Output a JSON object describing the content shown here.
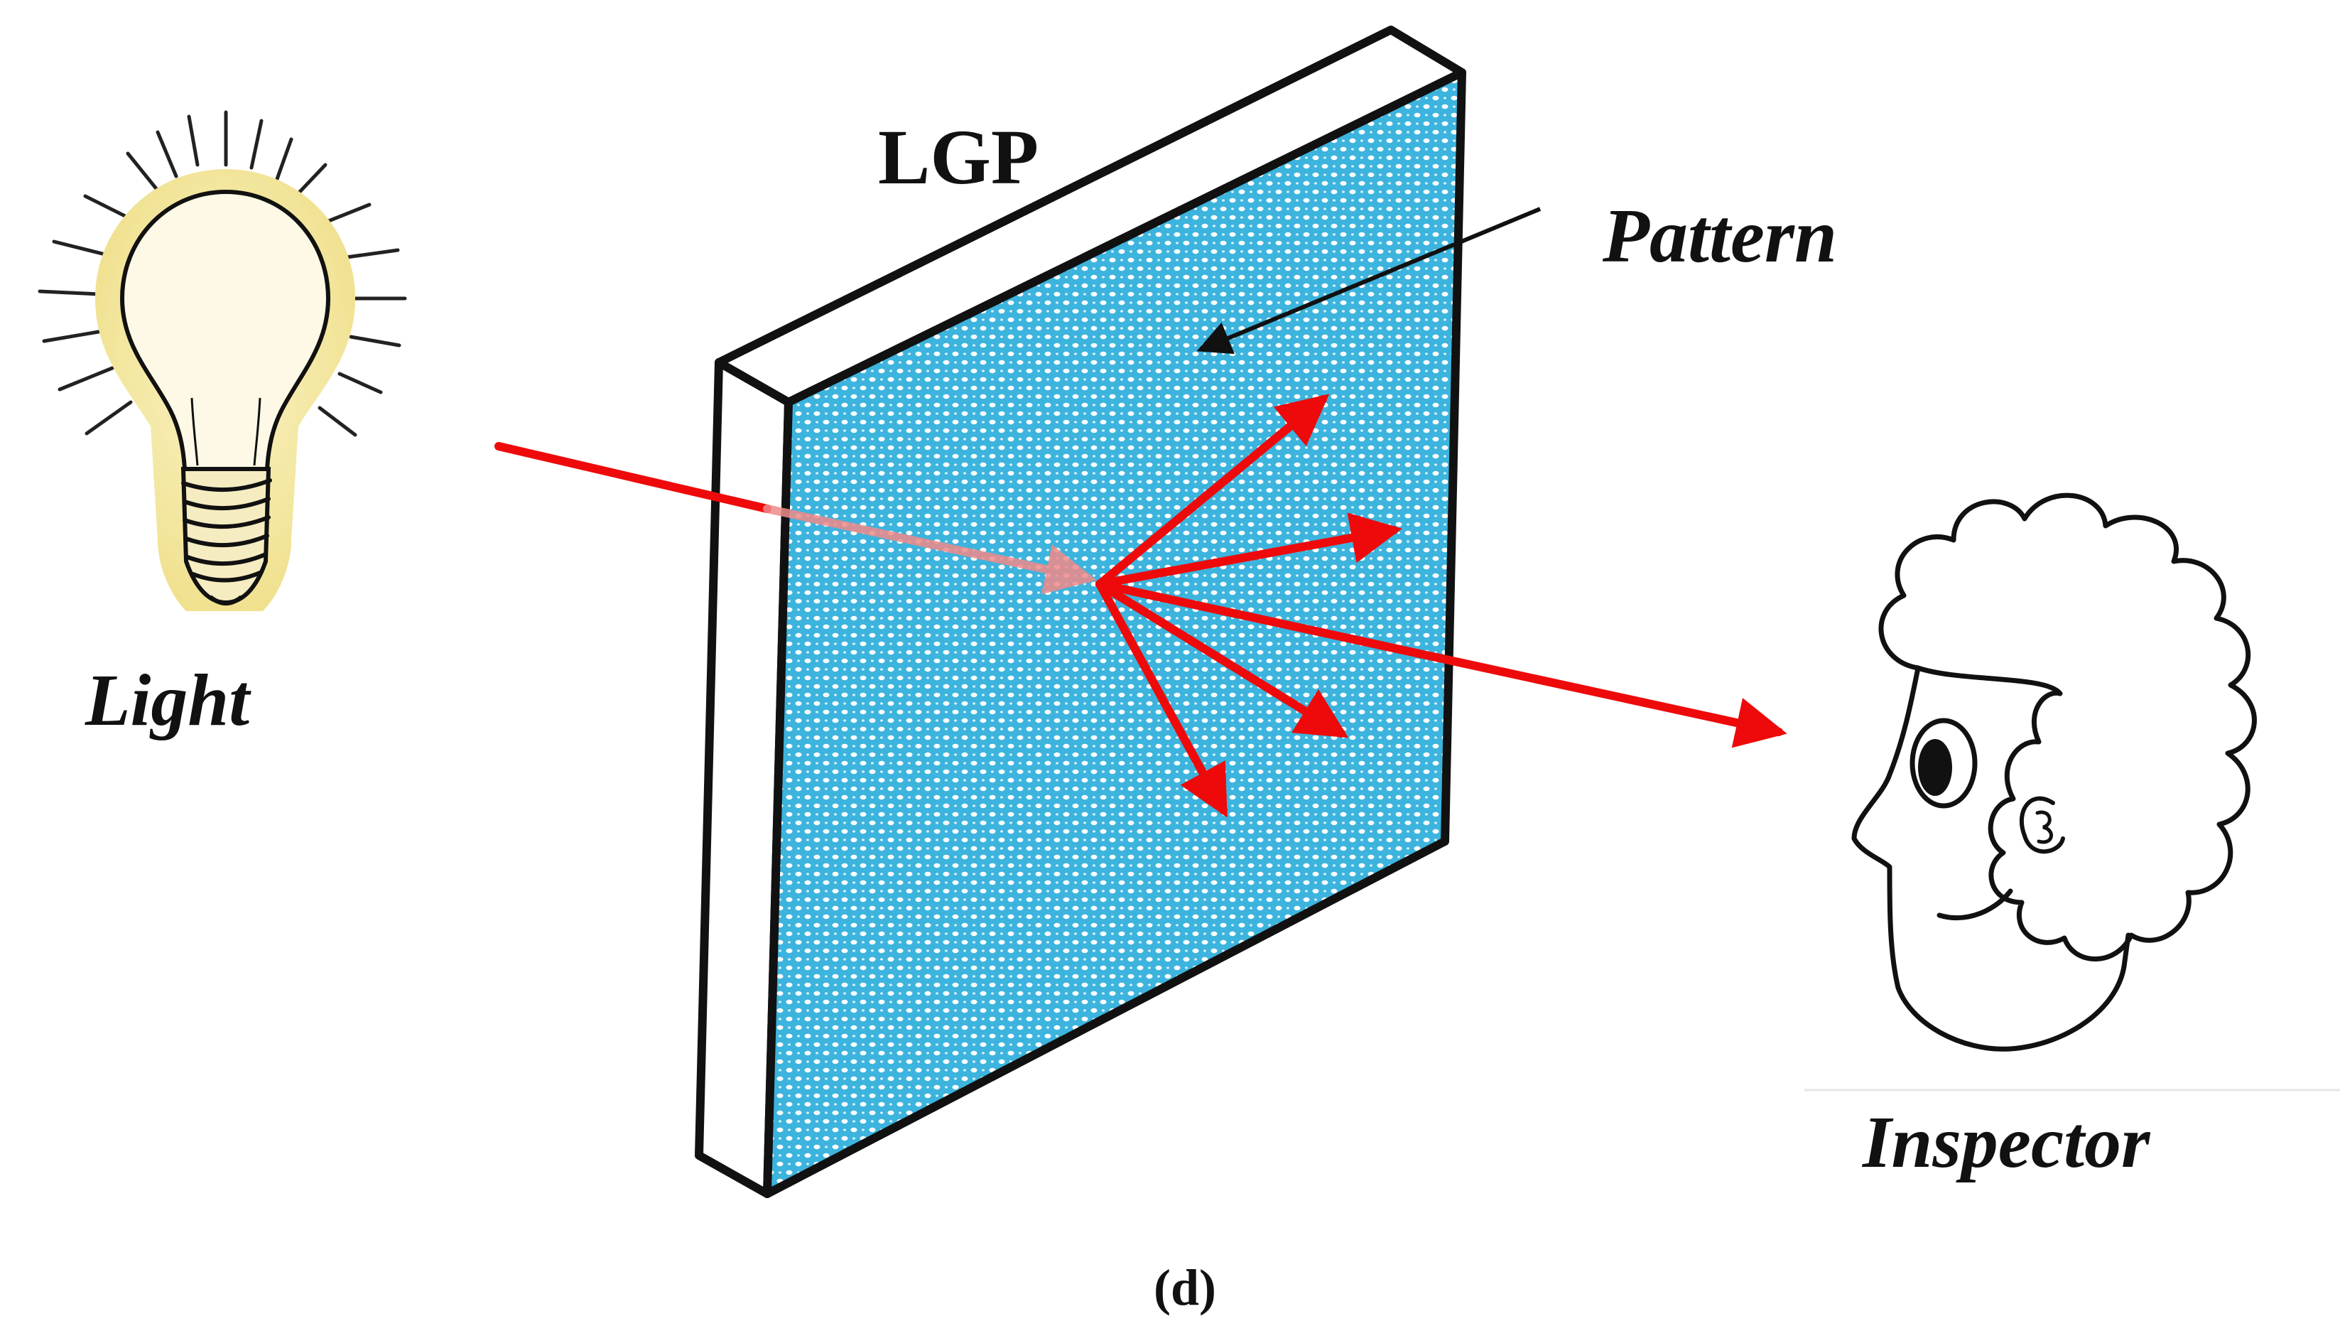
{
  "labels": {
    "light": "Light",
    "lgp": "LGP",
    "pattern": "Pattern",
    "inspector": "Inspector",
    "panel_caption": "(d)"
  },
  "colors": {
    "ray": "#ee0a0a",
    "pattern_fill": "#3cb4de",
    "pattern_dot": "#ffffff",
    "bulb_glow": "#f3e7a4",
    "outline": "#111111"
  },
  "icons": {
    "light": "light-bulb-icon",
    "inspector": "inspector-face-icon"
  }
}
